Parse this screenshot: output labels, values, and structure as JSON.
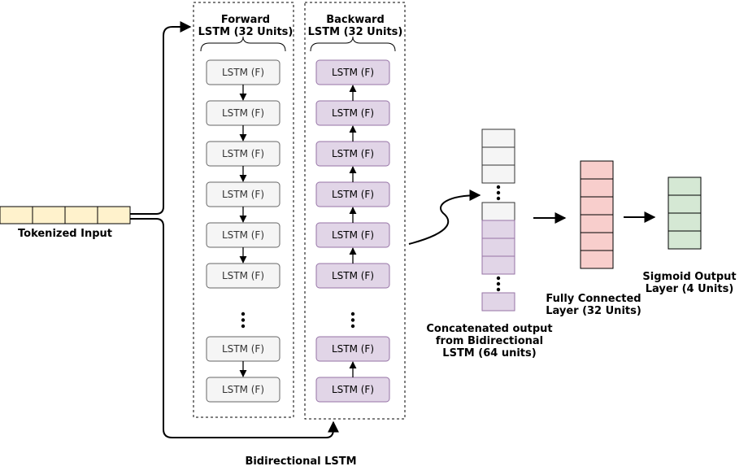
{
  "tokenized_input": {
    "label": "Tokenized Input",
    "cell_count": 4,
    "fill": "#fff2cc"
  },
  "forward": {
    "title_line1": "Forward",
    "title_line2": "LSTM (32 Units)",
    "cell_labels": [
      "LSTM (F)",
      "LSTM (F)",
      "LSTM (F)",
      "LSTM (F)",
      "LSTM (F)",
      "LSTM (F)",
      "LSTM (F)",
      "LSTM (F)"
    ],
    "fill": "#f5f5f5",
    "stroke": "#666666",
    "text_color": "#333333"
  },
  "backward": {
    "title_line1": "Backward",
    "title_line2": "LSTM (32 Units)",
    "cell_labels": [
      "LSTM (F)",
      "LSTM (F)",
      "LSTM (F)",
      "LSTM (F)",
      "LSTM (F)",
      "LSTM (F)",
      "LSTM (F)",
      "LSTM (F)"
    ],
    "fill": "#e1d5e7",
    "stroke": "#9673a6",
    "text_color": "#000000"
  },
  "bidirectional_label": "Bidirectional LSTM",
  "concatenated": {
    "label_line1": "Concatenated output",
    "label_line2": "from Bidirectional",
    "label_line3": "LSTM (64 units)",
    "top_fill": "#f5f5f5",
    "bottom_fill": "#e1d5e7"
  },
  "fully_connected": {
    "label_line1": "Fully Connected",
    "label_line2": "Layer (32 Units)",
    "cell_count": 6,
    "fill": "#f8cecc",
    "stroke": "#b85450"
  },
  "sigmoid_output": {
    "label_line1": "Sigmoid Output",
    "label_line2": "Layer (4 Units)",
    "cell_count": 4,
    "fill": "#d5e8d4",
    "stroke": "#82b366"
  }
}
